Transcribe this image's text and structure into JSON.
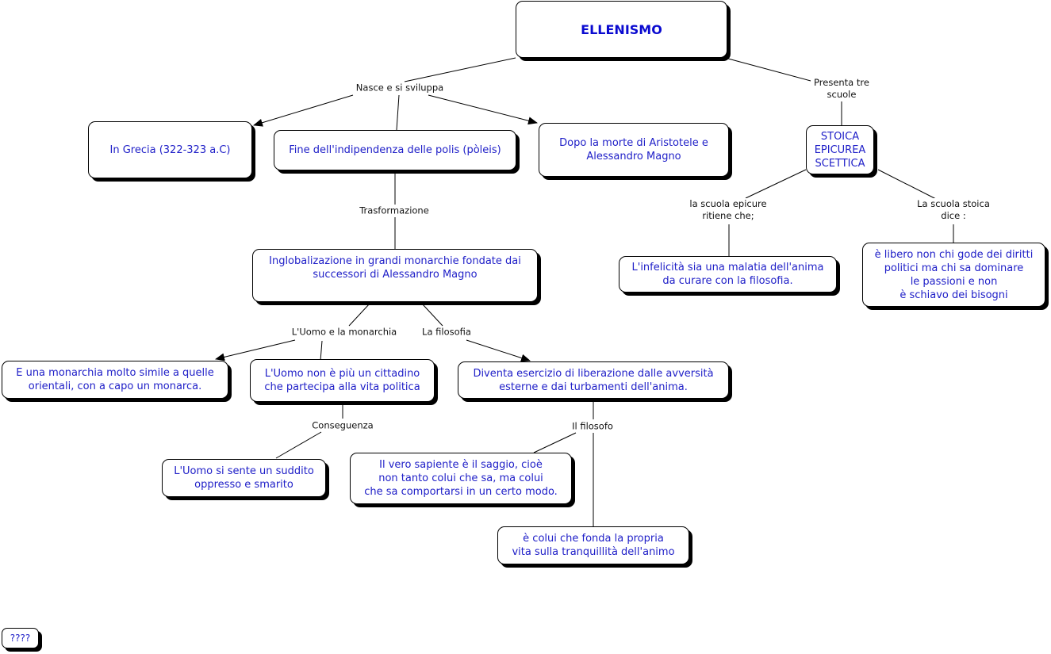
{
  "map": {
    "nodes": {
      "ellenismo": "ELLENISMO",
      "grecia": "In Grecia (322-323 a.C)",
      "fine_polis": "Fine dell'indipendenza delle polis (pòleis)",
      "dopo_morte": "Dopo la morte di Aristotele e\nAlessandro Magno",
      "scuole": "STOICA\nEPICUREA\nSCETTICA",
      "epicurea": "L'infelicità sia una malatia dell'anima\nda curare con la filosofia.",
      "stoica": "è libero non chi gode dei diritti\npolitici ma chi sa dominare\nle passioni e non\nè schiavo dei bisogni",
      "inglobalizazione": "Inglobalizazione in grandi monarchie fondate dai\nsuccessori di Alessandro Magno",
      "monarchia": "E una monarchia molto simile a quelle\norientali, con a capo un monarca.",
      "uomo": "L'Uomo non è più un cittadino\nche partecipa alla vita politica",
      "filosofia": "Diventa esercizio di liberazione dalle avversità\nesterne e dai turbamenti dell'anima.",
      "suddito": "L'Uomo si sente un suddito\noppresso e smarito",
      "sapiente": "Il vero sapiente è il saggio, cioè\nnon tanto colui che sa, ma colui\nche sa comportarsi in un certo modo.",
      "tranquillita": "è colui che fonda la propria\nvita sulla tranquillità dell'animo",
      "unknown": "????"
    },
    "links": {
      "nasce": "Nasce e si sviluppa",
      "presenta": "Presenta tre\nscuole",
      "epicure": "la scuola epicure\nritiene che;",
      "stoica": "La scuola stoica\ndice :",
      "trasformazione": "Trasformazione",
      "uomo_monarchia": "L'Uomo e la monarchia",
      "la_filosofia": "La filosofia",
      "conseguenza": "Conseguenza",
      "il_filosofo": "Il filosofo"
    }
  },
  "colors": {
    "concept_text": "#2020c8",
    "title_text": "#0a0ad0",
    "link_text": "#111111",
    "line": "#000000"
  }
}
